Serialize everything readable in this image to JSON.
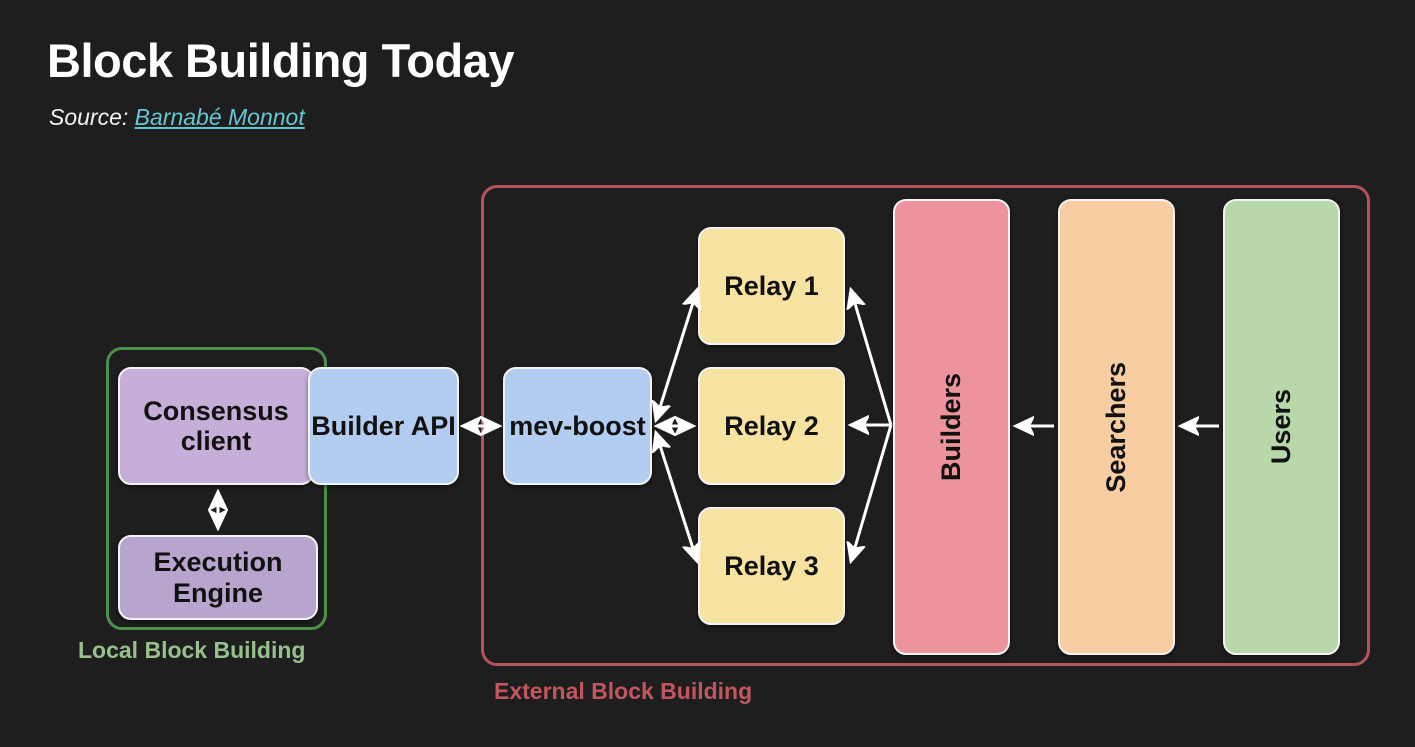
{
  "header": {
    "title": "Block Building Today",
    "source_prefix": "Source:",
    "source_name": "Barnabé Monnot"
  },
  "groups": {
    "local": {
      "label": "Local Block Building",
      "color": "#4e8f4b",
      "label_color": "#96c08c"
    },
    "external": {
      "label": "External Block Building",
      "color": "#b4545a",
      "label_color": "#c2565e"
    }
  },
  "nodes": {
    "consensus_client": {
      "label": "Consensus client",
      "color": "#c5aed7"
    },
    "builder_api": {
      "label": "Builder API",
      "color": "#b3cdf0"
    },
    "execution_engine": {
      "label": "Execution Engine",
      "color": "#b8a5cd"
    },
    "mev_boost": {
      "label": "mev-boost",
      "color": "#b3cdf0"
    },
    "relay_1": {
      "label": "Relay 1",
      "color": "#f7e3a1"
    },
    "relay_2": {
      "label": "Relay 2",
      "color": "#f7e3a1"
    },
    "relay_3": {
      "label": "Relay 3",
      "color": "#f7e3a1"
    },
    "builders": {
      "label": "Builders",
      "color": "#ec939c"
    },
    "searchers": {
      "label": "Searchers",
      "color": "#f8cda1"
    },
    "users": {
      "label": "Users",
      "color": "#b8d8ac"
    }
  },
  "connections": [
    {
      "from": "consensus_client",
      "to": "execution_engine",
      "direction": "bidirectional"
    },
    {
      "from": "builder_api",
      "to": "mev_boost",
      "direction": "bidirectional"
    },
    {
      "from": "mev_boost",
      "to": "relay_1",
      "direction": "bidirectional"
    },
    {
      "from": "mev_boost",
      "to": "relay_2",
      "direction": "bidirectional"
    },
    {
      "from": "mev_boost",
      "to": "relay_3",
      "direction": "bidirectional"
    },
    {
      "from": "builders",
      "to": "relay_1",
      "direction": "to-relay"
    },
    {
      "from": "builders",
      "to": "relay_2",
      "direction": "to-relay"
    },
    {
      "from": "builders",
      "to": "relay_3",
      "direction": "to-relay"
    },
    {
      "from": "searchers",
      "to": "builders",
      "direction": "left"
    },
    {
      "from": "users",
      "to": "searchers",
      "direction": "left"
    }
  ],
  "theme": {
    "background": "#1e1e1e",
    "arrow_color": "#ffffff",
    "node_border": "#f3f3f3",
    "link_color": "#67c6d4"
  }
}
